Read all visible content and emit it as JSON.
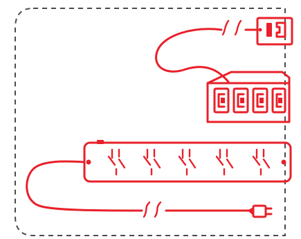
{
  "diagram": {
    "line_color": "#e8202a",
    "border_color": "#4a4a4a",
    "background": "#ffffff",
    "components": [
      "wall-outlet",
      "multi-outlet-box",
      "power-strip",
      "plug"
    ]
  }
}
